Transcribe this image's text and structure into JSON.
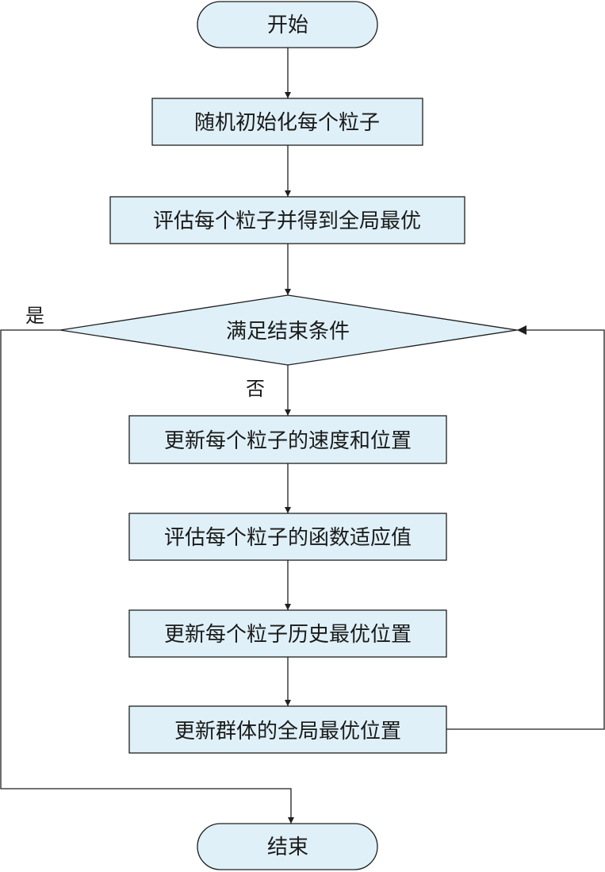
{
  "diagram": {
    "nodes": {
      "start": "开始",
      "init_particles": "随机初始化每个粒子",
      "evaluate_global_best": "评估每个粒子并得到全局最优",
      "end_condition": "满足结束条件",
      "update_velocity_position": "更新每个粒子的速度和位置",
      "evaluate_fitness": "评估每个粒子的函数适应值",
      "update_personal_best": "更新每个粒子历史最优位置",
      "update_global_best": "更新群体的全局最优位置",
      "end": "结束"
    },
    "edge_labels": {
      "yes": "是",
      "no": "否"
    },
    "colors": {
      "node_fill": "#dff0f8",
      "stroke": "#1f1f1f",
      "text": "#1a1a1a"
    }
  }
}
